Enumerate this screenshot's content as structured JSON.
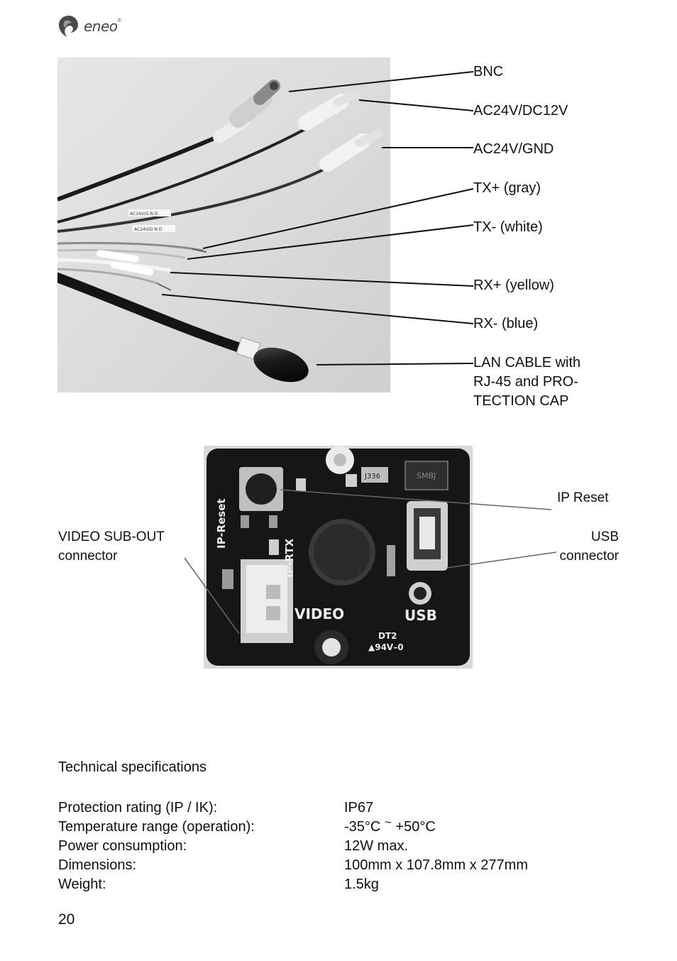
{
  "header": {
    "brand": "eneo",
    "registered_mark": "®"
  },
  "cable_labels": [
    {
      "id": "bnc",
      "text": "BNC"
    },
    {
      "id": "ac24v-dc12v",
      "text": "AC24V/DC12V"
    },
    {
      "id": "ac24v-gnd",
      "text": "AC24V/GND"
    },
    {
      "id": "tx-plus",
      "text": "TX+ (gray)"
    },
    {
      "id": "tx-minus",
      "text": "TX- (white)"
    },
    {
      "id": "rx-plus",
      "text": "RX+ (yellow)"
    },
    {
      "id": "rx-minus",
      "text": "RX- (blue)"
    },
    {
      "id": "lan-cable",
      "lines": [
        "LAN CABLE with",
        "RJ-45 and PRO-",
        "TECTION CAP"
      ]
    }
  ],
  "cable_tags": [
    "AC24V/G N D",
    "AC24V/D N D"
  ],
  "board_labels": {
    "ip_reset": "IP Reset",
    "video_sub_out": [
      "VIDEO SUB-OUT",
      "connector"
    ],
    "usb": [
      "USB",
      "connector"
    ]
  },
  "board_silkscreen": {
    "ip_reset": "IP-Reset",
    "ip_rtx": "IP-RTX",
    "video": "VIDEO",
    "usb": "USB",
    "j336": "J336",
    "smbj": "SMBJ",
    "dt2": "DT2",
    "rating": "▲94V–0"
  },
  "specs": {
    "title": "Technical specifications",
    "rows": [
      {
        "label": "Protection rating (IP / IK):",
        "value": "IP67"
      },
      {
        "label": "Temperature range (operation):",
        "value_pre": "-35°C ",
        "tilde": "~",
        "value_post": " +50°C"
      },
      {
        "label": "Power consumption:",
        "value": "12W max."
      },
      {
        "label": "Dimensions:",
        "value": "100mm x 107.8mm x 277mm"
      },
      {
        "label": "Weight:",
        "value": "1.5kg"
      }
    ]
  },
  "page_number": "20"
}
